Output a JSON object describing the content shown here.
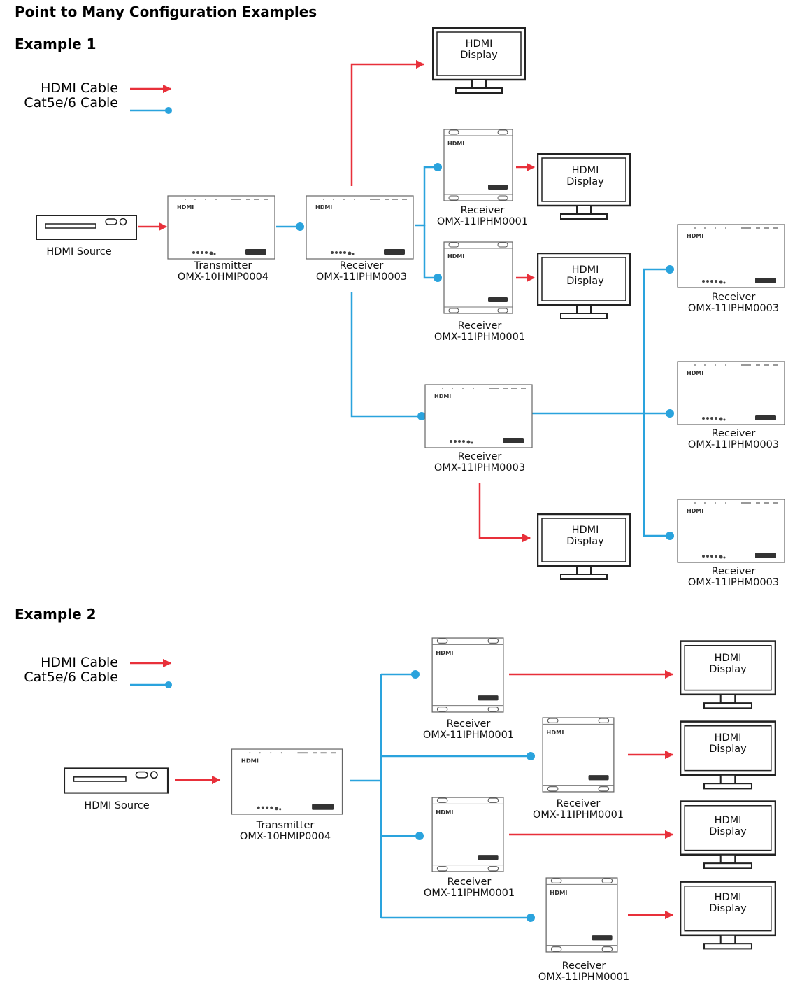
{
  "title": "Point to Many Configuration Examples",
  "example1": {
    "heading": "Example 1",
    "legend": {
      "hdmi": "HDMI Cable",
      "cat": "Cat5e/6 Cable"
    },
    "source": "HDMI Source",
    "transmitter": {
      "role": "Transmitter",
      "model": "OMX-10HMIP0004"
    },
    "receiver_main": {
      "role": "Receiver",
      "model": "OMX-11IPHM0003"
    },
    "display_top": {
      "line1": "HDMI",
      "line2": "Display"
    },
    "rx_small_1": {
      "role": "Receiver",
      "model": "OMX-11IPHM0001"
    },
    "rx_small_2": {
      "role": "Receiver",
      "model": "OMX-11IPHM0001"
    },
    "display_2": {
      "line1": "HDMI",
      "line2": "Display"
    },
    "display_3": {
      "line1": "HDMI",
      "line2": "Display"
    },
    "receiver_mid": {
      "role": "Receiver",
      "model": "OMX-11IPHM0003"
    },
    "display_bottom": {
      "line1": "HDMI",
      "line2": "Display"
    },
    "rx_right_1": {
      "role": "Receiver",
      "model": "OMX-11IPHM0003"
    },
    "rx_right_2": {
      "role": "Receiver",
      "model": "OMX-11IPHM0003"
    },
    "rx_right_3": {
      "role": "Receiver",
      "model": "OMX-11IPHM0003"
    }
  },
  "example2": {
    "heading": "Example 2",
    "legend": {
      "hdmi": "HDMI Cable",
      "cat": "Cat5e/6 Cable"
    },
    "source": "HDMI Source",
    "transmitter": {
      "role": "Transmitter",
      "model": "OMX-10HMIP0004"
    },
    "rx1": {
      "role": "Receiver",
      "model": "OMX-11IPHM0001"
    },
    "rx2": {
      "role": "Receiver",
      "model": "OMX-11IPHM0001"
    },
    "rx3": {
      "role": "Receiver",
      "model": "OMX-11IPHM0001"
    },
    "rx4": {
      "role": "Receiver",
      "model": "OMX-11IPHM0001"
    },
    "display1": {
      "line1": "HDMI",
      "line2": "Display"
    },
    "display2": {
      "line1": "HDMI",
      "line2": "Display"
    },
    "display3": {
      "line1": "HDMI",
      "line2": "Display"
    },
    "display4": {
      "line1": "HDMI",
      "line2": "Display"
    }
  },
  "device_logo": "HDMI",
  "colors": {
    "hdmi_cable": "#e8303a",
    "cat_cable": "#2aa3dd",
    "outline": "#222222"
  }
}
